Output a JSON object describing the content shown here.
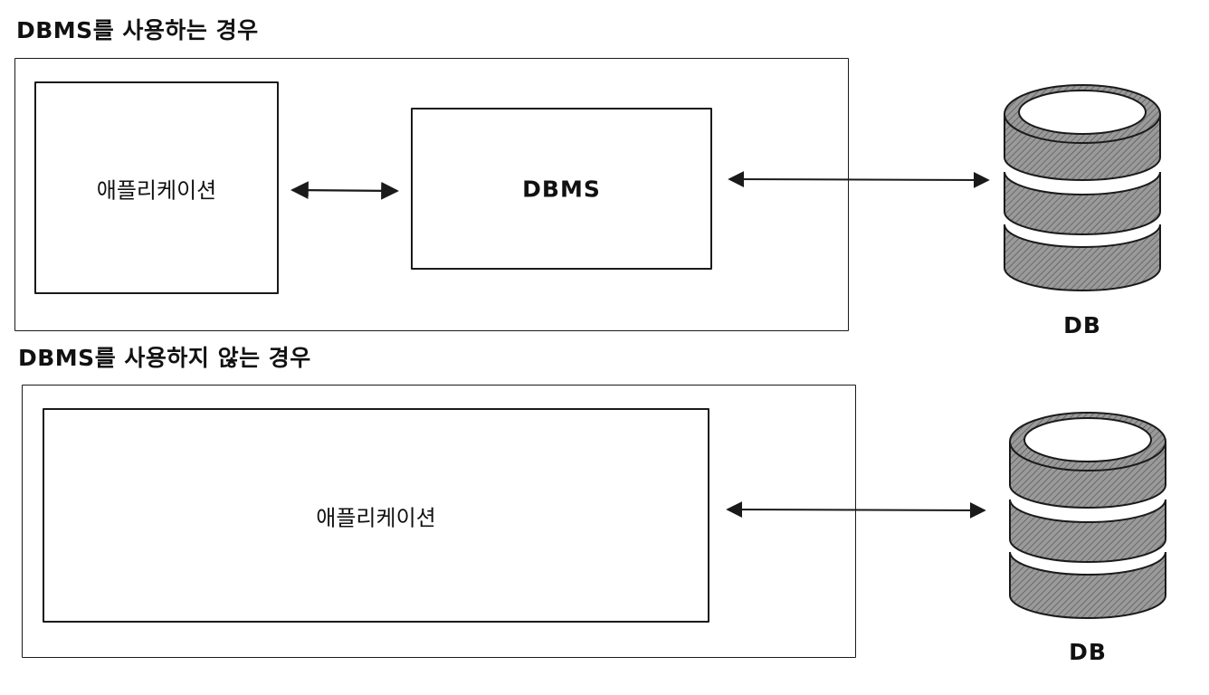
{
  "diagrams": [
    {
      "title": "DBMS를 사용하는 경우",
      "app_label": "애플리케이션",
      "dbms_label": "DBMS",
      "db_label": "DB"
    },
    {
      "title": "DBMS를 사용하지 않는 경우",
      "app_label": "애플리케이션",
      "db_label": "DB"
    }
  ],
  "colors": {
    "stroke": "#1a1a1a",
    "cylinder_fill": "#8a8a8a",
    "background": "#ffffff"
  }
}
